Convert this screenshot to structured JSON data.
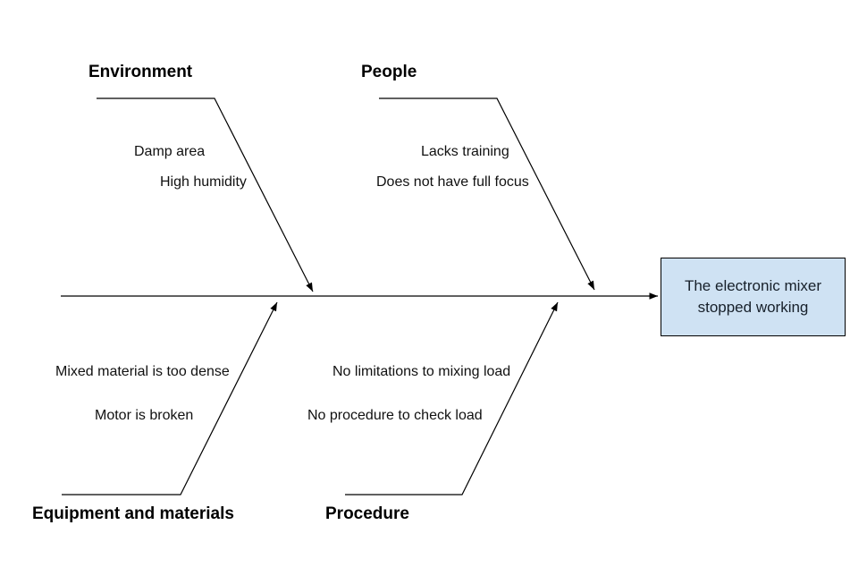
{
  "diagram": {
    "type": "fishbone-cause-effect",
    "effect": {
      "lines": [
        "The electronic mixer",
        "stopped working"
      ],
      "full_text": "The electronic mixer stopped working"
    },
    "categories": [
      {
        "label": "Environment",
        "position": "top-left",
        "causes": [
          "Damp area",
          "High humidity"
        ]
      },
      {
        "label": "People",
        "position": "top-middle",
        "causes": [
          "Lacks training",
          "Does not have full focus"
        ]
      },
      {
        "label": "Equipment and materials",
        "position": "bottom-left",
        "causes": [
          "Mixed material is too dense",
          "Motor is broken"
        ]
      },
      {
        "label": "Procedure",
        "position": "bottom-middle",
        "causes": [
          "No limitations to mixing load",
          "No procedure to check load"
        ]
      }
    ],
    "colors": {
      "line": "#000000",
      "text": "#111111",
      "effect_box_fill": "#cfe2f3",
      "effect_box_border": "#000000"
    }
  }
}
